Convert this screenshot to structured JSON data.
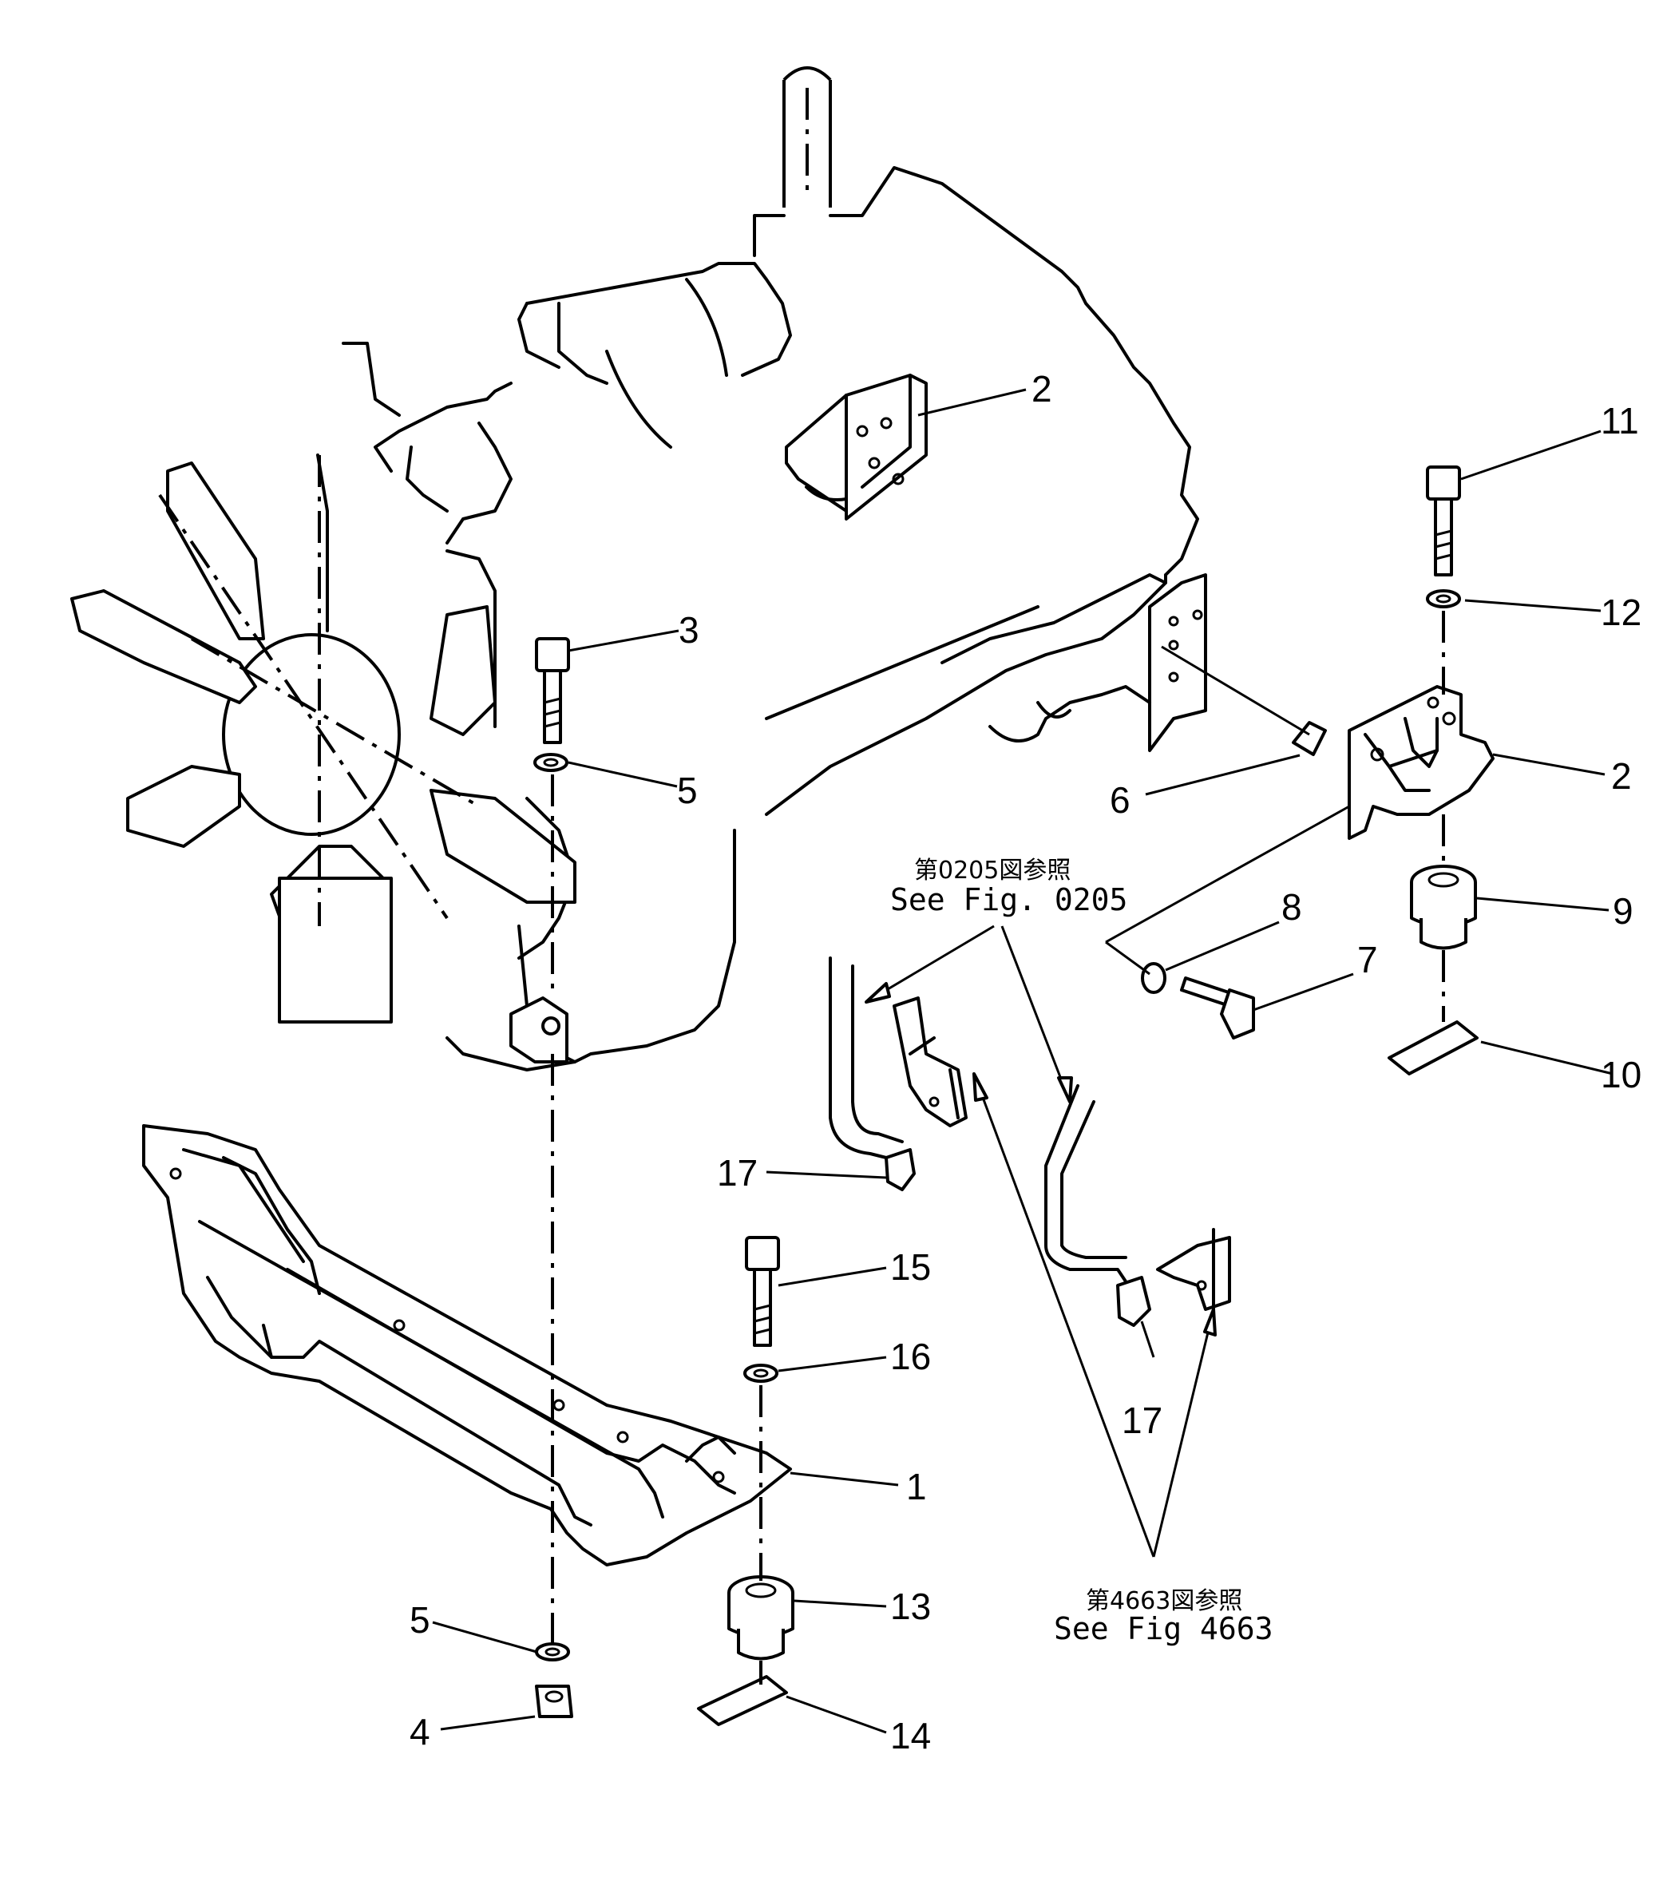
{
  "callouts": [
    "1",
    "2",
    "3",
    "4",
    "5",
    "6",
    "7",
    "8",
    "9",
    "10",
    "11",
    "12",
    "13",
    "14",
    "15",
    "16",
    "17"
  ],
  "references": {
    "fig_0205": {
      "jp": "第0205図参照",
      "en": "See Fig. 0205"
    },
    "fig_4663": {
      "jp": "第4663図参照",
      "en": "See Fig 4663"
    }
  }
}
